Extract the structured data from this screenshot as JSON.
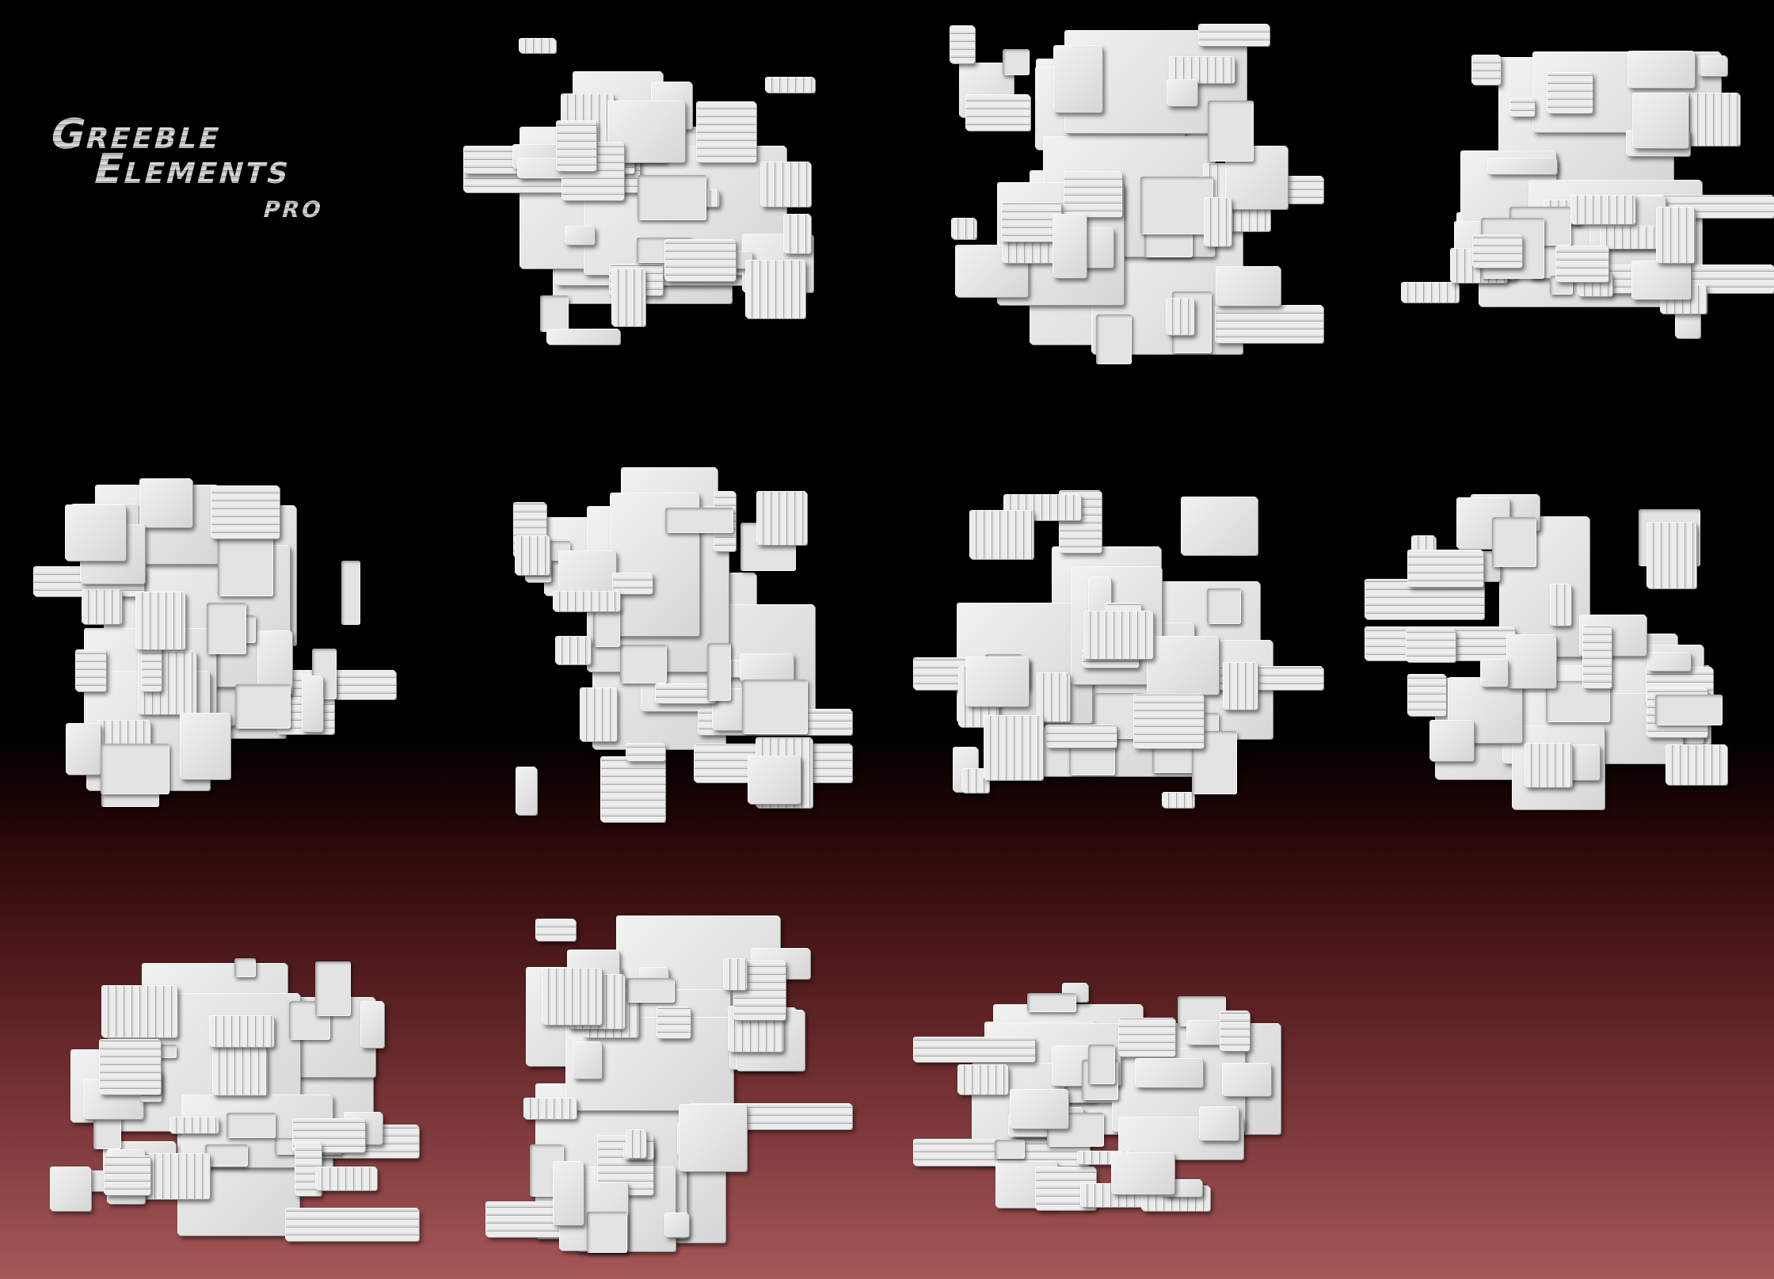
{
  "title": {
    "line1": "Greeble",
    "line2": "Elements",
    "line3": "pro"
  },
  "colors": {
    "background_top": "#000000",
    "background_bottom": "#a65758",
    "greeble": "#e6e6e6"
  },
  "greeble_count": 10
}
